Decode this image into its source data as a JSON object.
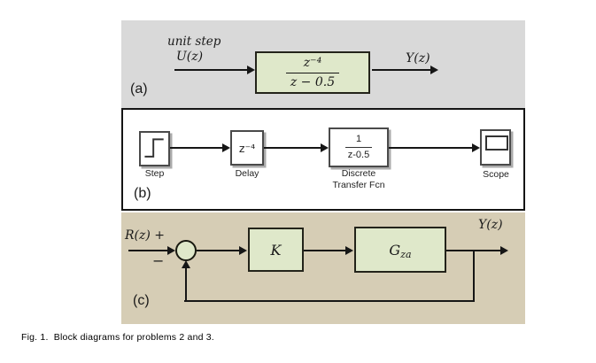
{
  "colors": {
    "panel_a_bg": "#d9d9d9",
    "panel_b_bg": "#ffffff",
    "panel_c_bg": "#d6cdb5",
    "block_green": "#dfe8ca"
  },
  "panels": {
    "a": {
      "tag": "(a)",
      "source_label_top": "unit step",
      "source_label": "U(z)",
      "block": {
        "numerator": "z⁻⁴",
        "denominator": "z − 0.5"
      },
      "output_label": "Y(z)"
    },
    "b": {
      "tag": "(b)",
      "step": {
        "label": "Step"
      },
      "delay": {
        "text": "z⁻⁴",
        "label": "Delay"
      },
      "transfer_fcn": {
        "numerator": "1",
        "denominator": "z-0.5",
        "label_line1": "Discrete",
        "label_line2": "Transfer Fcn"
      },
      "scope": {
        "label": "Scope"
      }
    },
    "c": {
      "tag": "(c)",
      "input_label": "R(z) +",
      "minus": "−",
      "gain_block": "K",
      "plant_block": {
        "base": "G",
        "sub": "za"
      },
      "output_label": "Y(z)"
    }
  },
  "caption": "Fig. 1.  Block diagrams for problems 2 and 3."
}
